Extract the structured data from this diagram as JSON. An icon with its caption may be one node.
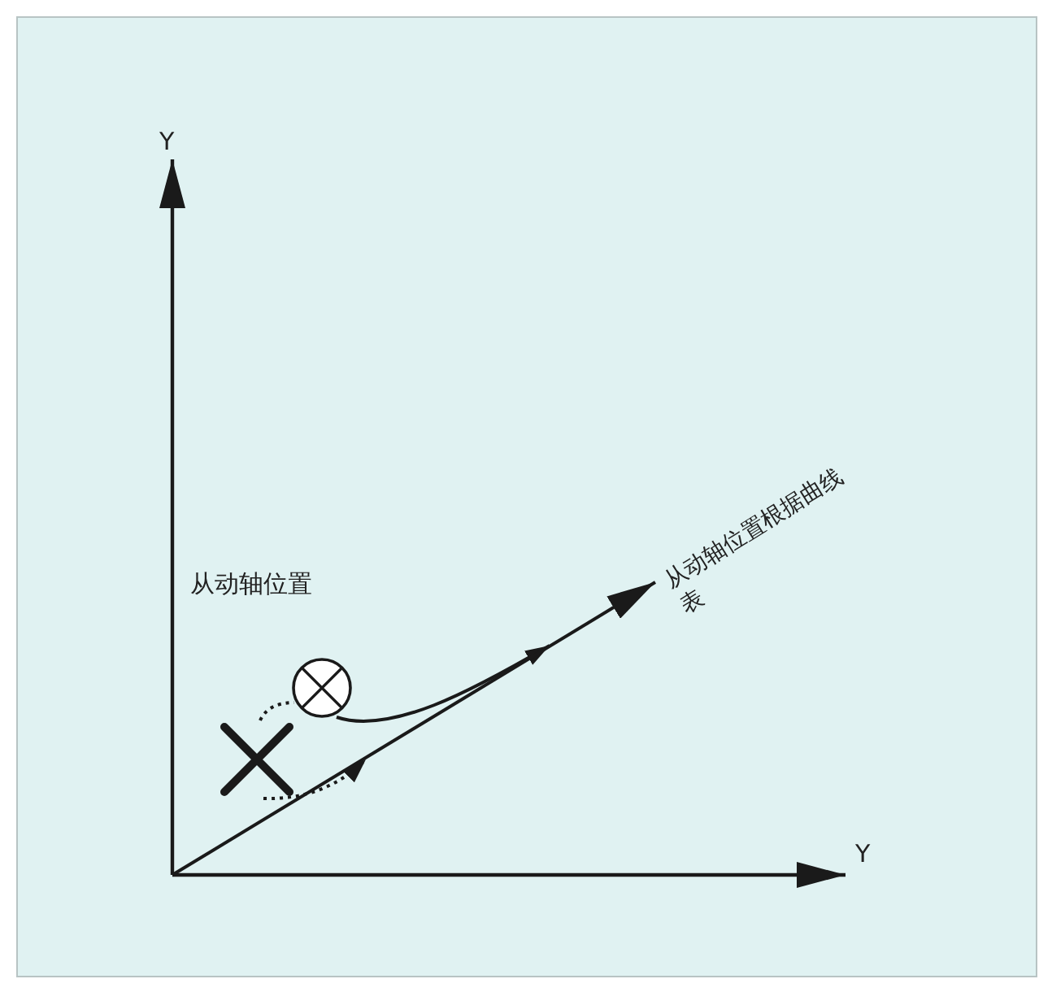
{
  "diagram": {
    "nodes": [
      {
        "text": [],
        "shape": "cross"
      },
      {
        "text": [],
        "shape": "circle"
      },
      {
        "text": [
          "从动轴位置根据曲线表"
        ]
      }
    ],
    "edges": [
      {
        "from": 0,
        "to": 1,
        "arrow": "none",
        "style": "dashed"
      },
      {
        "from": 0,
        "to": null,
        "arrow": "to",
        "style": "dashed"
      },
      {
        "from": 1,
        "to": null,
        "arrow": "to"
      },
      {
        "from": null,
        "to": 2,
        "arrow": "to"
      }
    ],
    "labels": [
      "Y",
      "从动轴位置",
      "Y"
    ]
  }
}
